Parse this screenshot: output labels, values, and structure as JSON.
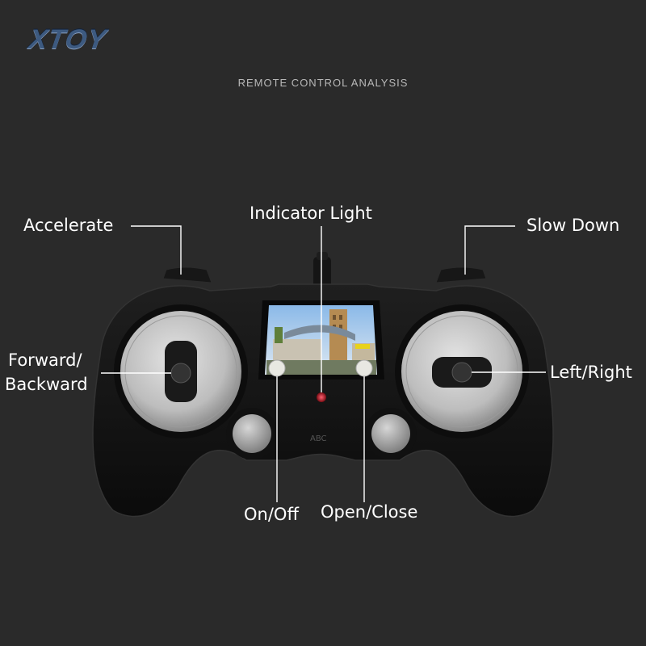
{
  "header": {
    "brand": "XTOY",
    "subtitle": "REMOTE CONTROL ANALYSIS"
  },
  "labels": {
    "accelerate": "Accelerate",
    "indicator_light": "Indicator Light",
    "slow_down": "Slow Down",
    "forward_line1": "Forward/",
    "forward_line2": "Backward",
    "left_right": "Left/Right",
    "on_off": "On/Off",
    "open_close": "Open/Close"
  },
  "screen": {
    "sign_text": "ABC"
  },
  "colors": {
    "background": "#2a2a2a",
    "label_text": "#ffffff",
    "leader_line": "#ffffff",
    "controller_body": "#121212",
    "dial_silver": "#bcbcbc",
    "indicator_led": "#c0202a"
  }
}
